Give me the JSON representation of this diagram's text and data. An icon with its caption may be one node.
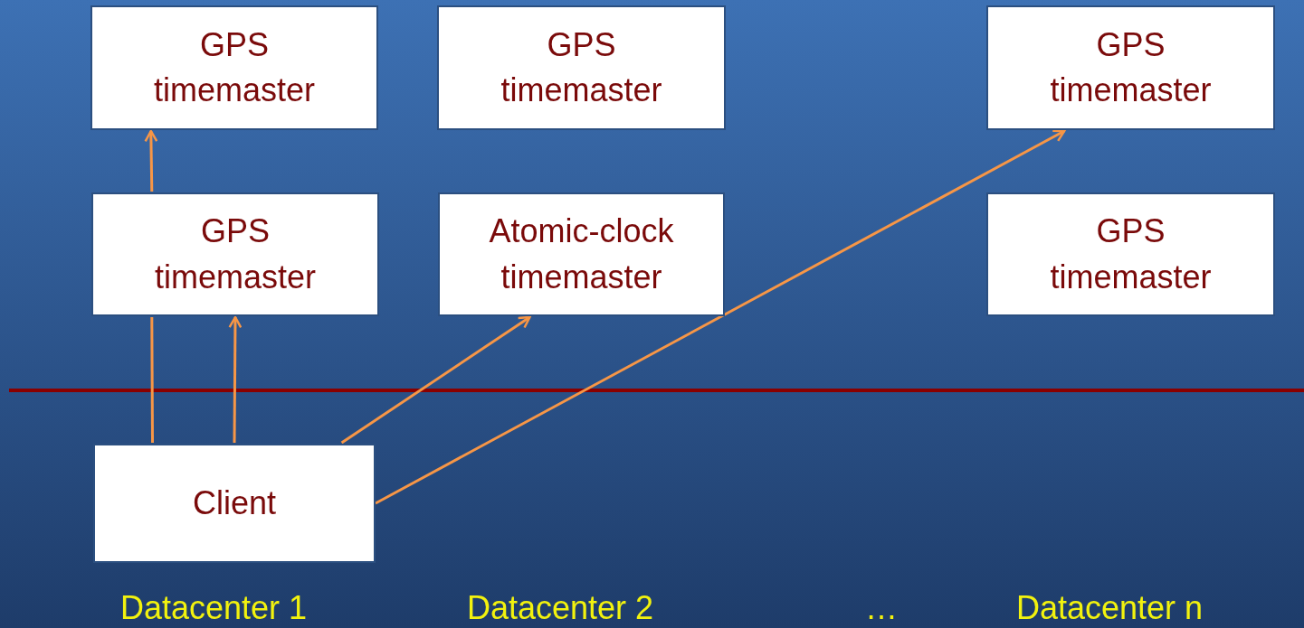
{
  "diagram": {
    "nodes": [
      {
        "text": [
          "GPS timemaster"
        ]
      },
      {
        "text": [
          "GPS timemaster"
        ]
      },
      {
        "text": [
          "GPS timemaster"
        ]
      },
      {
        "text": [
          "GPS timemaster"
        ]
      },
      {
        "text": [
          "Atomic-clock timemaster"
        ]
      },
      {
        "text": [
          "GPS timemaster"
        ]
      },
      {
        "text": [
          "Client"
        ]
      }
    ],
    "edges": [
      {
        "from": 6,
        "to": 3,
        "arrow": "none"
      },
      {
        "from": 3,
        "to": 0,
        "arrow": "to"
      },
      {
        "from": 6,
        "to": 3,
        "arrow": "to"
      },
      {
        "from": 6,
        "to": 4,
        "arrow": "to"
      },
      {
        "from": 6,
        "to": 2,
        "arrow": "to"
      }
    ],
    "labels": [
      "Datacenter 1",
      "Datacenter 2",
      "…",
      "Datacenter n"
    ]
  }
}
